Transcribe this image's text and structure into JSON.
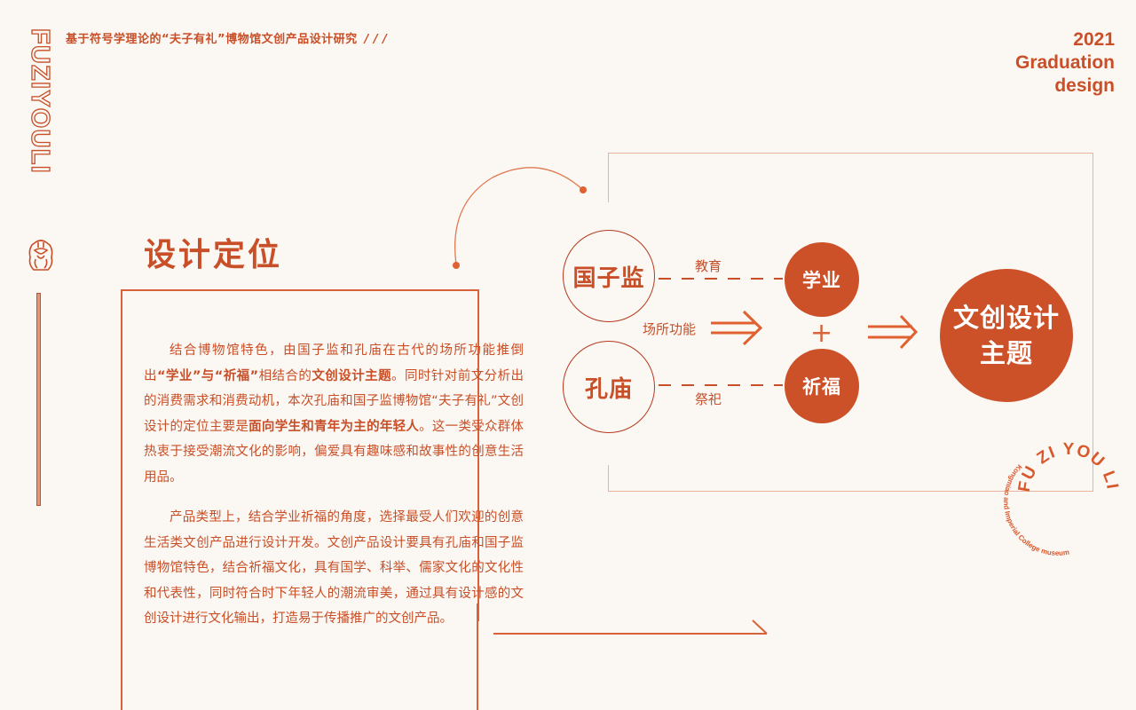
{
  "header": {
    "title": "基于符号学理论的“夫子有礼”博物馆文创产品设计研究",
    "slashes": "/ / /",
    "year": "2021",
    "line2": "Graduation",
    "line3": "design"
  },
  "brand": {
    "vertical_text": "FUZIYOULI",
    "logo_icon": "temple-knot-icon"
  },
  "section": {
    "heading": "设计定位"
  },
  "body": {
    "p1": [
      {
        "t": "结合博物馆特色，由国子监和孔庙在古代的场所功能推倒出",
        "b": false
      },
      {
        "t": "“学业”与“祈福”",
        "b": true
      },
      {
        "t": "相结合的",
        "b": false
      },
      {
        "t": "文创设计主题",
        "b": true
      },
      {
        "t": "。同时针对前文分析出的消费需求和消费动机，本次孔庙和国子监博物馆“夫子有礼”文创设计的定位主要是",
        "b": false
      },
      {
        "t": "面向学生和青年为主的年轻人",
        "b": true
      },
      {
        "t": "。这一类受众群体热衷于接受潮流文化的影响，偏爱具有趣味感和故事性的创意生活用品。",
        "b": false
      }
    ],
    "p2": "产品类型上，结合学业祈福的角度，选择最受人们欢迎的创意生活类文创产品进行设计开发。文创产品设计要具有孔庙和国子监博物馆特色，结合祈福文化，具有国学、科举、儒家文化的文化性和代表性，同时符合时下年轻人的潮流审美，通过具有设计感的文创设计进行文化输出，打造易于传播推广的文创产品。"
  },
  "diagram": {
    "source1": "国子监",
    "source2": "孔庙",
    "link1_label": "教育",
    "link2_label": "祭祀",
    "middle_label": "场所功能",
    "result1": "学业",
    "result2": "祈福",
    "plus": "+",
    "theme_line1": "文创设计",
    "theme_line2": "主题"
  },
  "stamp": {
    "outer_text": "FU ZI YOU LI",
    "inner_text": "Kongmiao and Imperial College museum"
  },
  "colors": {
    "background": "#fbf7f3",
    "accent": "#cc5028",
    "text": "#c84f27",
    "frame": "#eab39b"
  }
}
